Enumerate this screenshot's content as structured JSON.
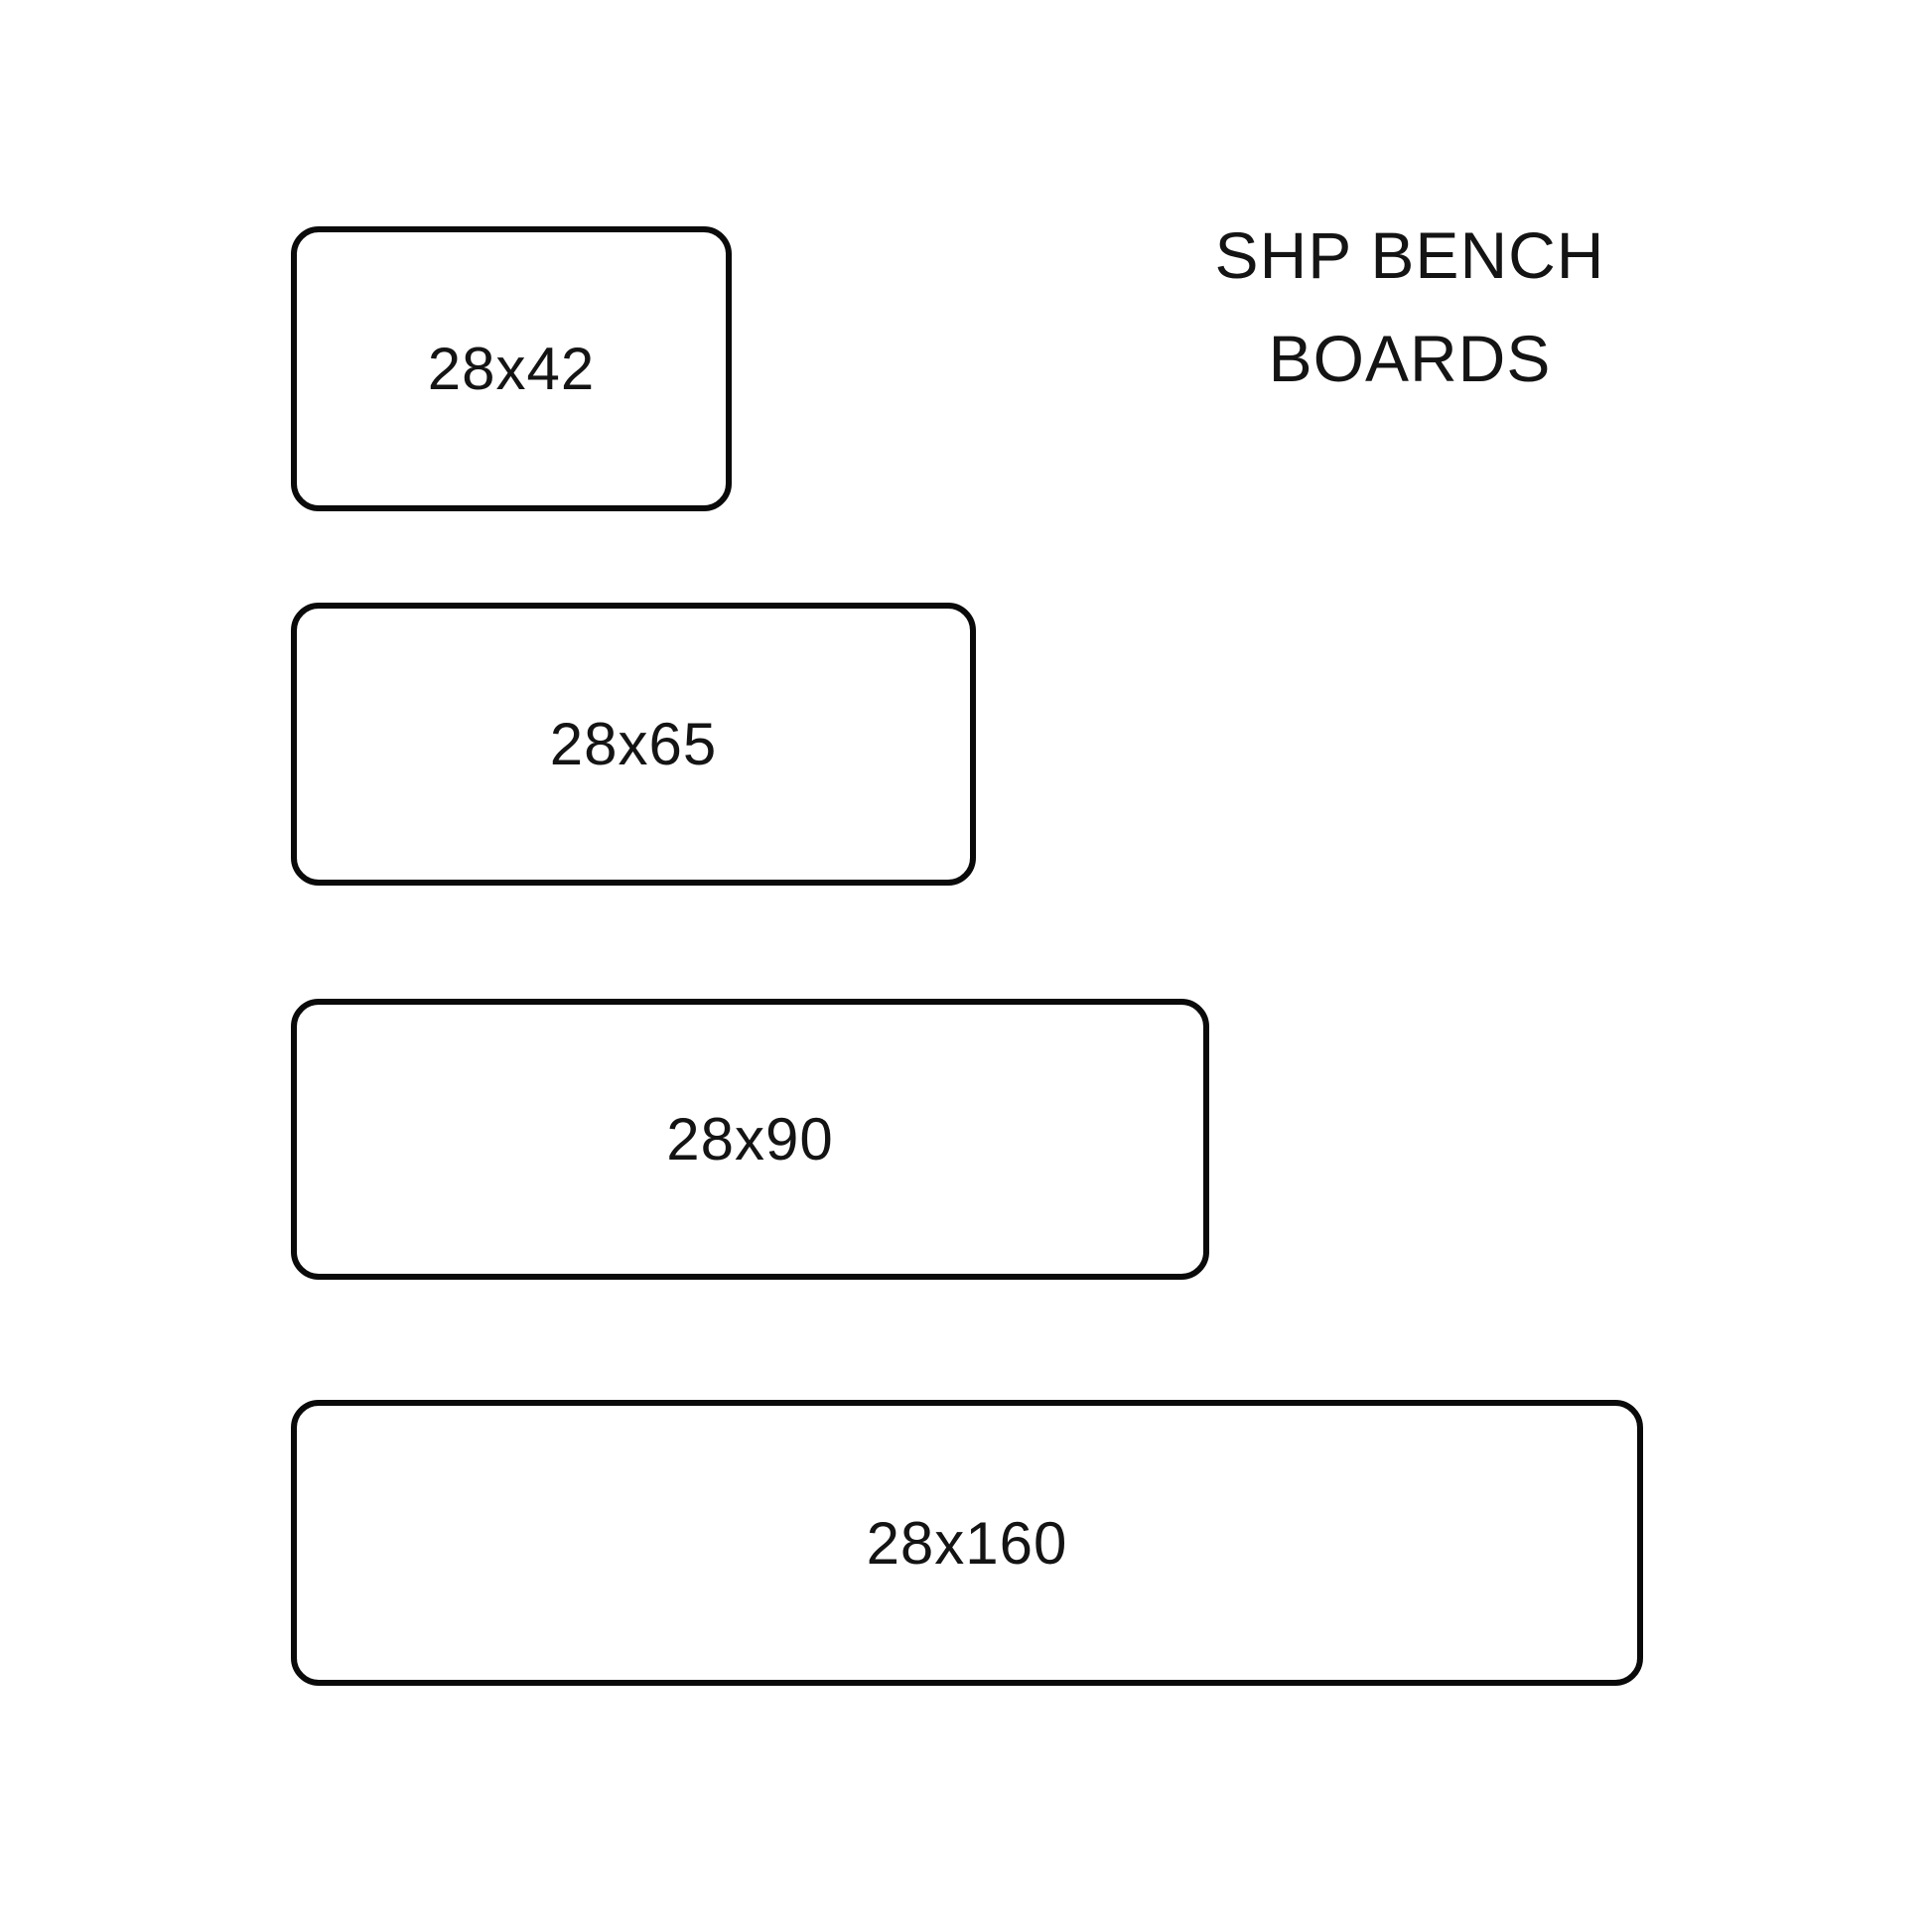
{
  "title": {
    "line1": "SHP BENCH",
    "line2": "BOARDS",
    "full": "SHP BENCH BOARDS"
  },
  "boards": [
    {
      "label": "28x42",
      "thickness": 28,
      "width": 42
    },
    {
      "label": "28x65",
      "thickness": 28,
      "width": 65
    },
    {
      "label": "28x90",
      "thickness": 28,
      "width": 90
    },
    {
      "label": "28x160",
      "thickness": 28,
      "width": 160
    }
  ],
  "colors": {
    "background": "#ffffff",
    "outline": "#0a0a0a",
    "text": "#141414"
  }
}
